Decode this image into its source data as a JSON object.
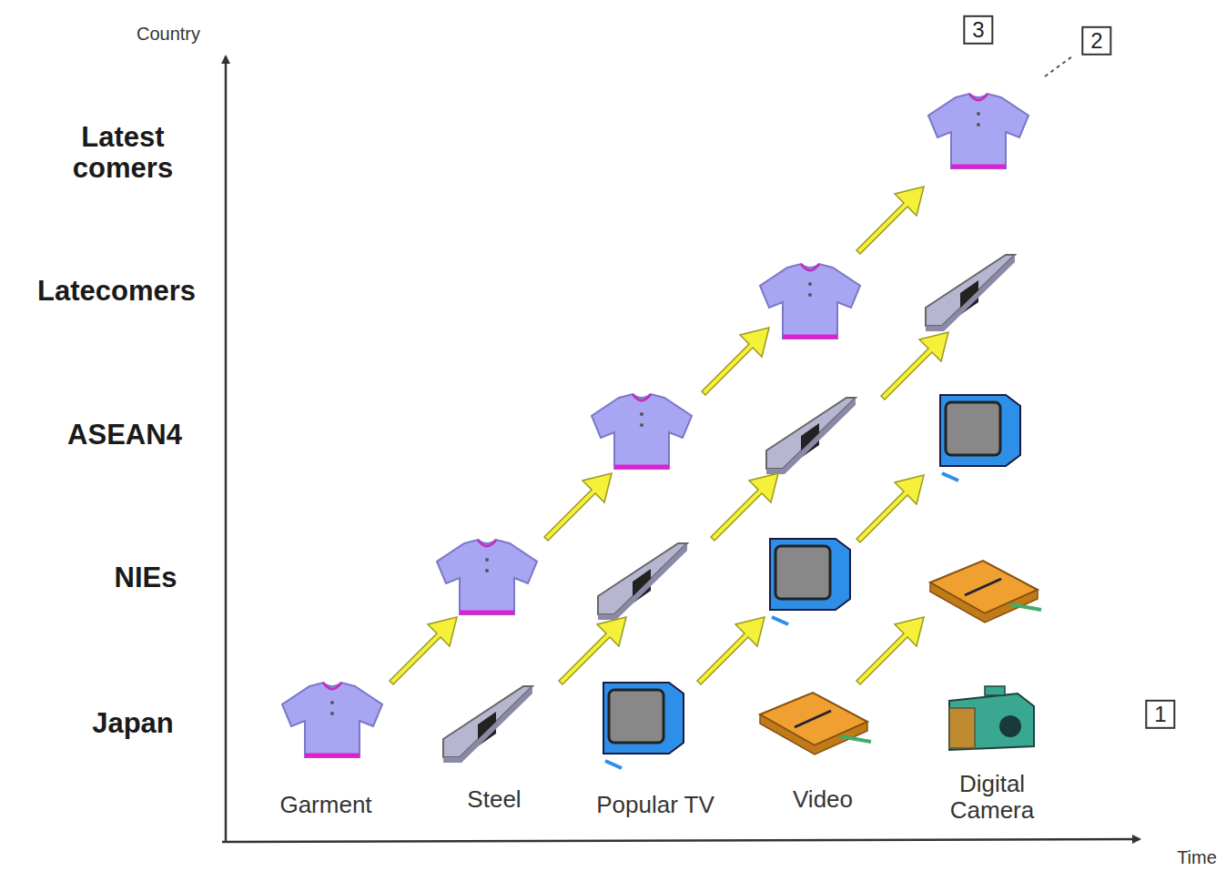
{
  "diagram": {
    "labels": [
      "Country",
      "Latest comers",
      "Latecomers",
      "ASEAN4",
      "NIEs",
      "Japan",
      "Garment",
      "Steel",
      "Popular TV",
      "Video",
      "Digital Camera",
      "Time",
      "3",
      "2",
      "1"
    ]
  }
}
